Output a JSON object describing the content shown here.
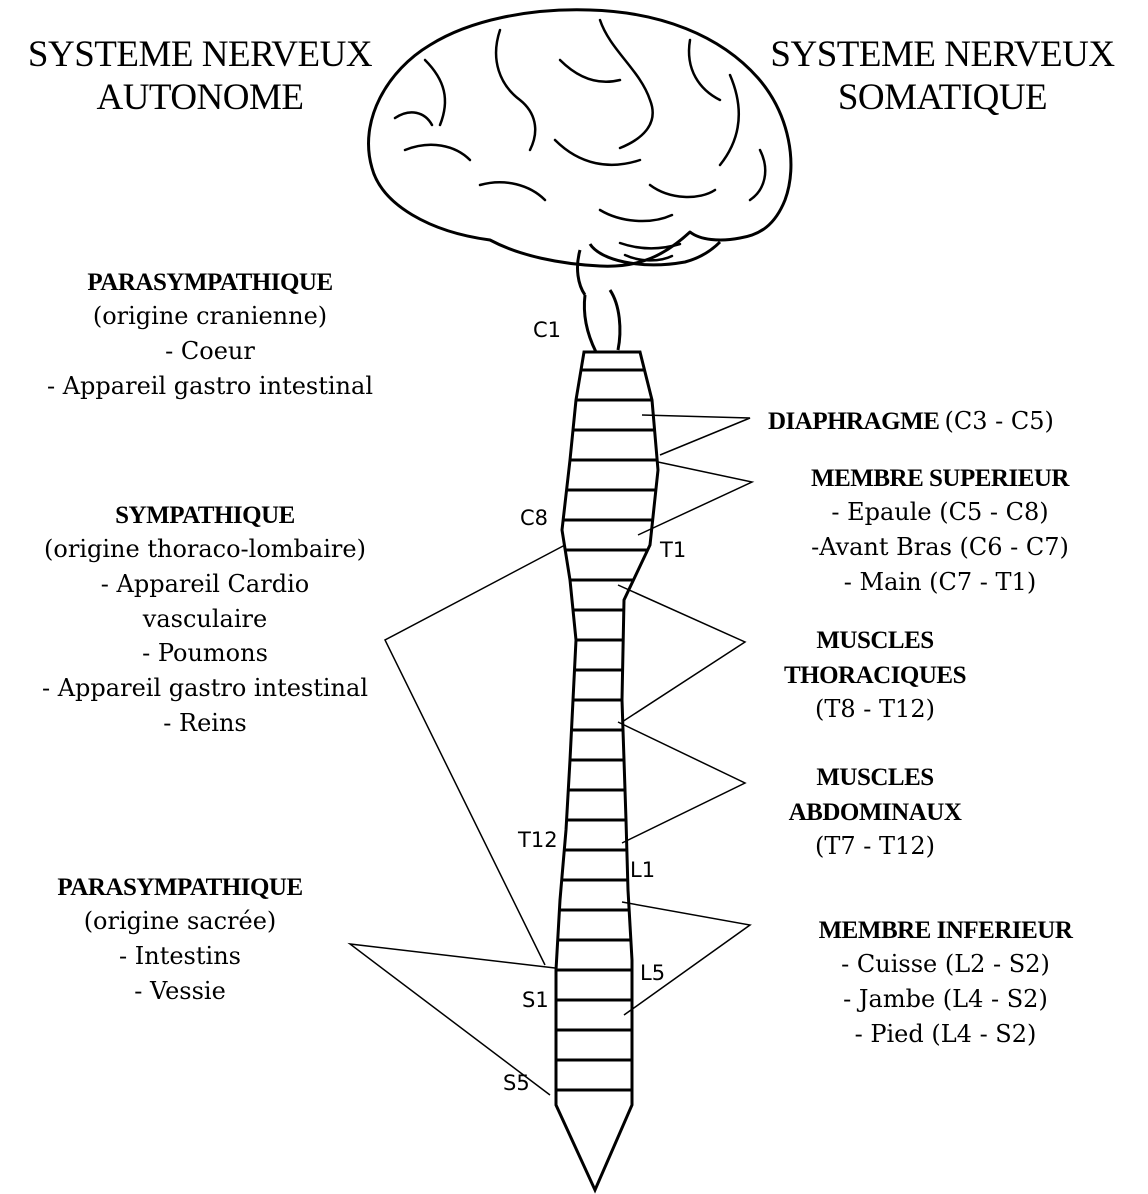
{
  "headers": {
    "left": [
      "SYSTEME NERVEUX",
      "AUTONOME"
    ],
    "right": [
      "SYSTEME NERVEUX",
      "SOMATIQUE"
    ]
  },
  "left_blocks": {
    "para_cranial": {
      "title": "PARASYMPATHIQUE",
      "lines": [
        "(origine cranienne)",
        "- Coeur",
        "- Appareil gastro intestinal"
      ]
    },
    "sympathique": {
      "title": "SYMPATHIQUE",
      "lines": [
        "(origine thoraco-lombaire)",
        "- Appareil Cardio",
        "vasculaire",
        "- Poumons",
        "- Appareil gastro intestinal",
        "- Reins"
      ]
    },
    "para_sacral": {
      "title": "PARASYMPATHIQUE",
      "lines": [
        "(origine sacrée)",
        "- Intestins",
        "- Vessie"
      ]
    }
  },
  "right_blocks": {
    "diaphragme": {
      "title": "DIAPHRAGME",
      "range": "(C3 - C5)"
    },
    "membre_sup": {
      "title": "MEMBRE SUPERIEUR",
      "lines": [
        "- Epaule (C5 - C8)",
        "-Avant Bras (C6 - C7)",
        "- Main (C7 - T1)"
      ]
    },
    "thoraciques": {
      "title_lines": [
        "MUSCLES",
        "THORACIQUES"
      ],
      "range": "(T8 - T12)"
    },
    "abdominaux": {
      "title_lines": [
        "MUSCLES",
        "ABDOMINAUX"
      ],
      "range": "(T7 - T12)"
    },
    "membre_inf": {
      "title": "MEMBRE INFERIEUR",
      "lines": [
        "- Cuisse (L2 - S2)",
        "- Jambe (L4 - S2)",
        "- Pied (L4 - S2)"
      ]
    }
  },
  "levels": {
    "c1": "C1",
    "c8": "C8",
    "t1": "T1",
    "t12": "T12",
    "l1": "L1",
    "l5": "L5",
    "s1": "S1",
    "s5": "S5"
  },
  "colors": {
    "ink": "#000000",
    "background": "#ffffff"
  }
}
